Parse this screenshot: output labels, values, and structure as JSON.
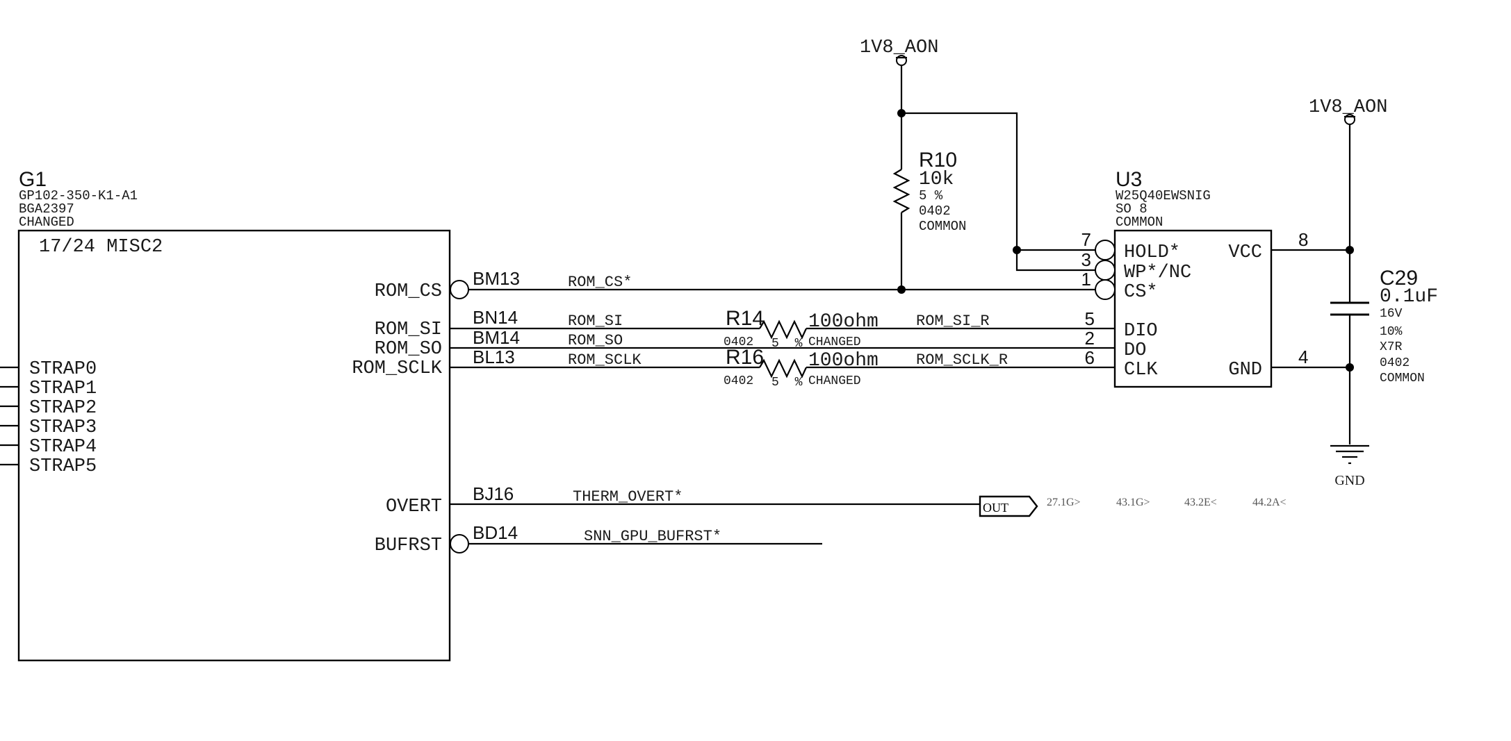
{
  "schematic": {
    "power_labels": [
      "1V8_AON",
      "1V8_AON"
    ],
    "ground_label": "GND",
    "g1": {
      "ref": "G1",
      "part": "GP102-350-K1-A1",
      "package": "BGA2397",
      "status": "CHANGED",
      "section": "17/24 MISC2",
      "pins": [
        {
          "name": "ROM_CS",
          "ball": "BM13",
          "net": "ROM_CS*",
          "inverted": true
        },
        {
          "name": "ROM_SI",
          "ball": "BN14",
          "net": "ROM_SI",
          "inverted": false
        },
        {
          "name": "ROM_SO",
          "ball": "BM14",
          "net": "ROM_SO",
          "inverted": false
        },
        {
          "name": "ROM_SCLK",
          "ball": "BL13",
          "net": "ROM_SCLK",
          "inverted": false
        },
        {
          "name": "OVERT",
          "ball": "BJ16",
          "net": "THERM_OVERT*",
          "inverted": false
        },
        {
          "name": "BUFRST",
          "ball": "BD14",
          "net": "SNN_GPU_BUFRST*",
          "inverted": true
        }
      ],
      "strap_pins": [
        "STRAP0",
        "STRAP1",
        "STRAP2",
        "STRAP3",
        "STRAP4",
        "STRAP5"
      ]
    },
    "r10": {
      "ref": "R10",
      "value": "10k",
      "tolerance": "5 %",
      "package": "0402",
      "status": "COMMON"
    },
    "r14": {
      "ref": "R14",
      "value": "100ohm",
      "package": "0402",
      "tolerance": "5 %",
      "status": "CHANGED",
      "net_out": "ROM_SI_R"
    },
    "r16": {
      "ref": "R16",
      "value": "100ohm",
      "package": "0402",
      "tolerance": "5 %",
      "status": "CHANGED",
      "net_out": "ROM_SCLK_R"
    },
    "u3": {
      "ref": "U3",
      "part": "W25Q40EWSNIG",
      "package": "SO 8",
      "status": "COMMON",
      "left_pins": [
        {
          "num": "7",
          "name": "HOLD*"
        },
        {
          "num": "3",
          "name": "WP*/NC"
        },
        {
          "num": "1",
          "name": "CS*"
        },
        {
          "num": "5",
          "name": "DIO"
        },
        {
          "num": "2",
          "name": "DO"
        },
        {
          "num": "6",
          "name": "CLK"
        }
      ],
      "right_pins": [
        {
          "num": "8",
          "name": "VCC"
        },
        {
          "num": "4",
          "name": "GND"
        }
      ]
    },
    "c29": {
      "ref": "C29",
      "value": "0.1uF",
      "voltage": "16V",
      "tolerance": "10%",
      "dielectric": "X7R",
      "package": "0402",
      "status": "COMMON"
    },
    "offpage": {
      "port_label": "OUT",
      "xrefs": [
        "27.1G>",
        "43.1G>",
        "43.2E<",
        "44.2A<"
      ]
    }
  }
}
